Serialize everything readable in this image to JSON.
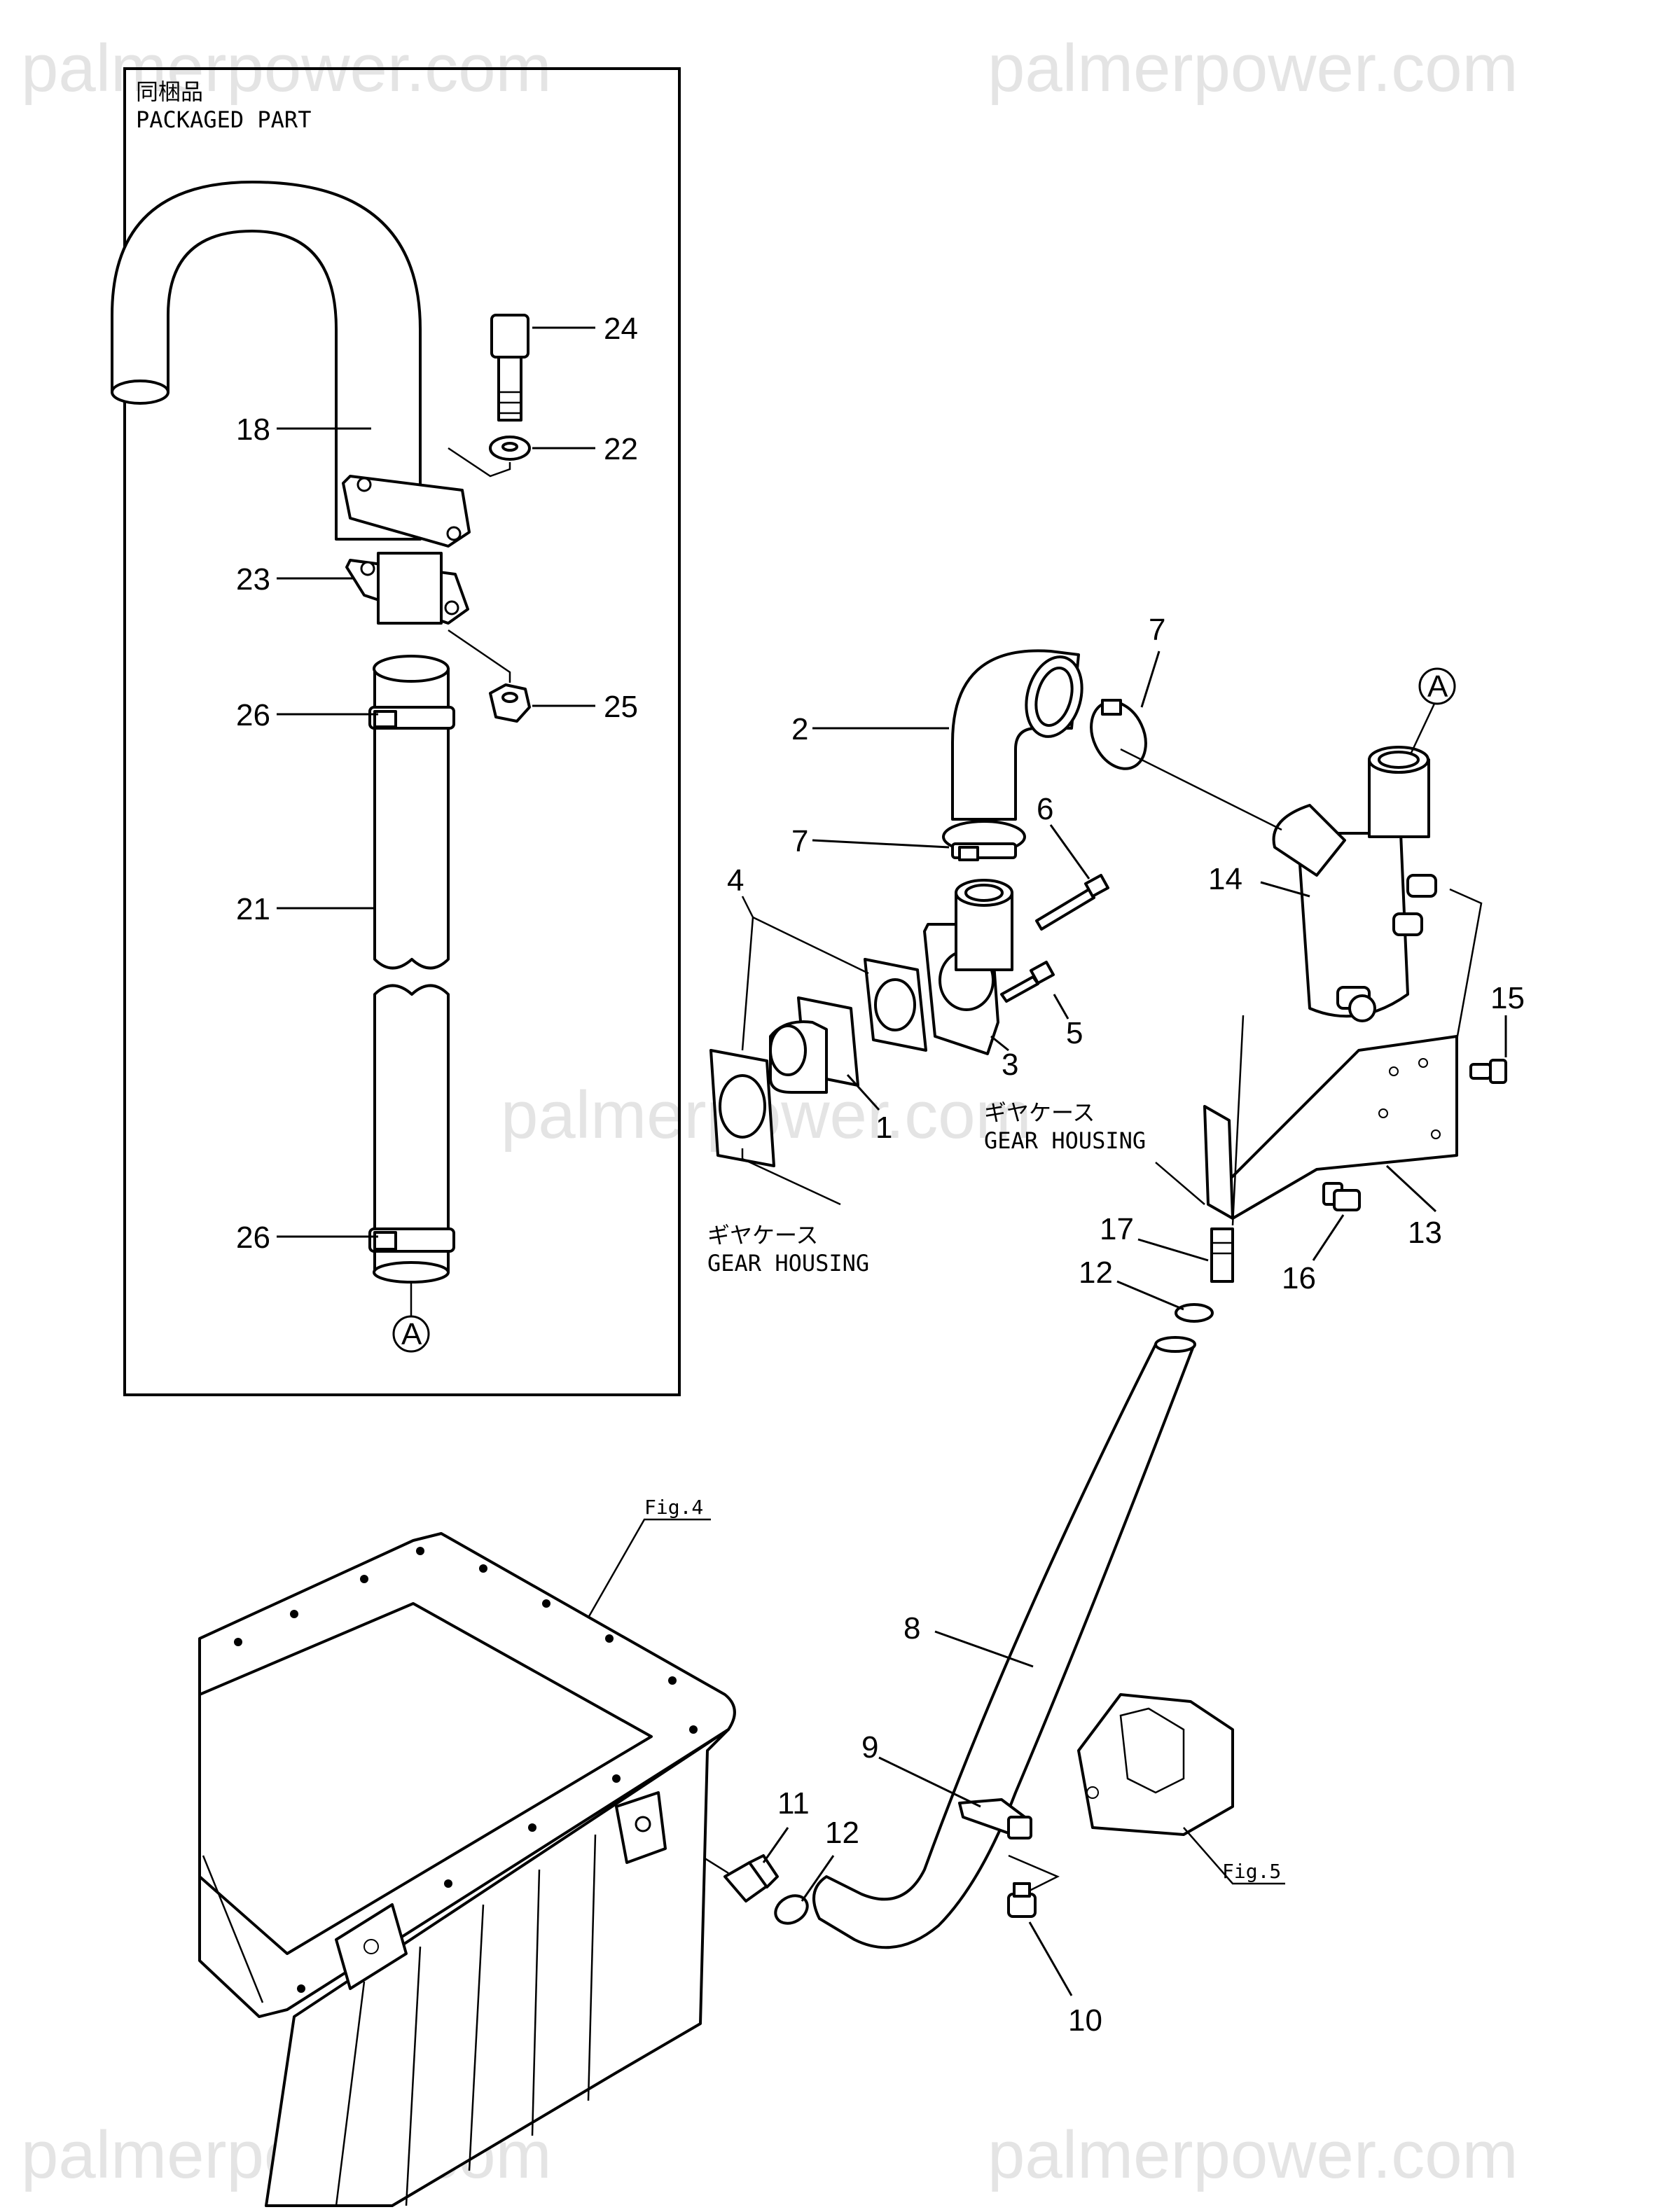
{
  "watermarks": [
    "palmerpower.com",
    "palmerpower.com",
    "palmerpower.com",
    "palmerpower.com",
    "palmerpower.com"
  ],
  "packaged_box": {
    "title_jp": "同梱品",
    "title_en": "PACKAGED PART"
  },
  "callouts": {
    "c1": "1",
    "c2": "2",
    "c3": "3",
    "c4": "4",
    "c5": "5",
    "c6": "6",
    "c7a": "7",
    "c7b": "7",
    "c8": "8",
    "c9": "9",
    "c10": "10",
    "c11": "11",
    "c12a": "12",
    "c12b": "12",
    "c13": "13",
    "c14": "14",
    "c15": "15",
    "c16": "16",
    "c17": "17",
    "c18": "18",
    "c21": "21",
    "c22": "22",
    "c23": "23",
    "c24": "24",
    "c25": "25",
    "c26a": "26",
    "c26b": "26"
  },
  "ref_markers": {
    "a_box": "A",
    "a_main": "A"
  },
  "gear_housing_1": {
    "jp": "ギヤケース",
    "en": "GEAR HOUSING"
  },
  "gear_housing_2": {
    "jp": "ギヤケース",
    "en": "GEAR HOUSING"
  },
  "fig_refs": {
    "fig4": "Fig.4",
    "fig5": "Fig.5"
  }
}
